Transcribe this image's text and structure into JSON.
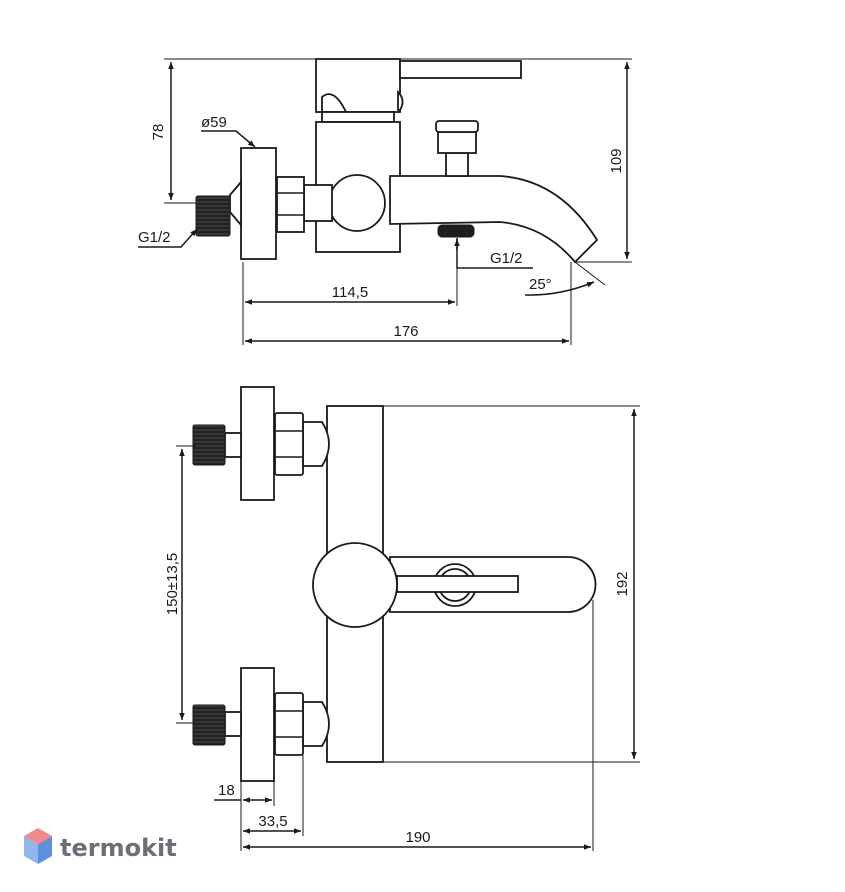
{
  "drawing": {
    "side_view": {
      "dim_78": "78",
      "dim_d59": "ø59",
      "dim_109": "109",
      "thread_left": "G1/2",
      "thread_spout": "G1/2",
      "dim_114_5": "114,5",
      "dim_176": "176",
      "angle_25": "25°"
    },
    "top_view": {
      "dim_150": "150±13,5",
      "dim_192": "192",
      "dim_18": "18",
      "dim_33_5": "33,5",
      "dim_190": "190"
    }
  },
  "logo": {
    "text": "termokit",
    "colors": {
      "top": "#f28a8a",
      "left": "#8fb7ee",
      "right": "#5b8fe0",
      "text": "#6b6f78"
    }
  }
}
